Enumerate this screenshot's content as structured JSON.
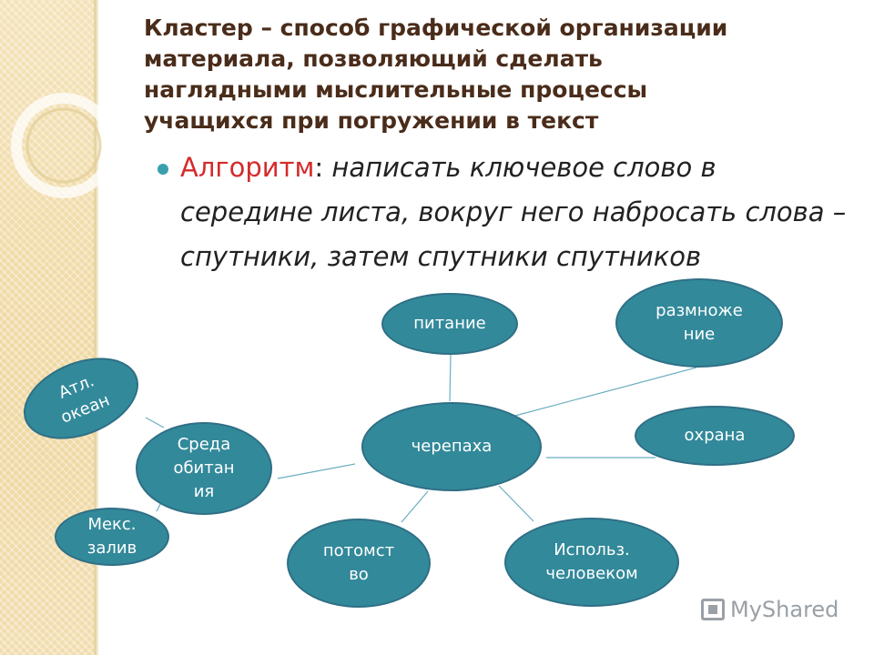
{
  "title": "Кластер – способ графической организации материала, позволяющий сделать наглядными мыслительные процессы учащихся  при погружении в текст",
  "algorithm": {
    "label": "Алгоритм",
    "colon": ": ",
    "text": "написать ключевое слово в середине листа, вокруг него набросать слова – спутники, затем спутники спутников"
  },
  "nodes": {
    "center": "черепаха",
    "feeding": "питание",
    "reproduction": "размноже ние",
    "protection": "охрана",
    "habitat": "Среда обитан ия",
    "atlantic": "Атл. океан",
    "mexico": "Мекс. залив",
    "offspring": "потомст во",
    "human_use": "Использ. человеком"
  },
  "watermark": "MyShared",
  "colors": {
    "node_fill": "#32899a",
    "title_text": "#4a2c1a",
    "accent_red": "#d42b2b",
    "bullet": "#3b9fad"
  }
}
